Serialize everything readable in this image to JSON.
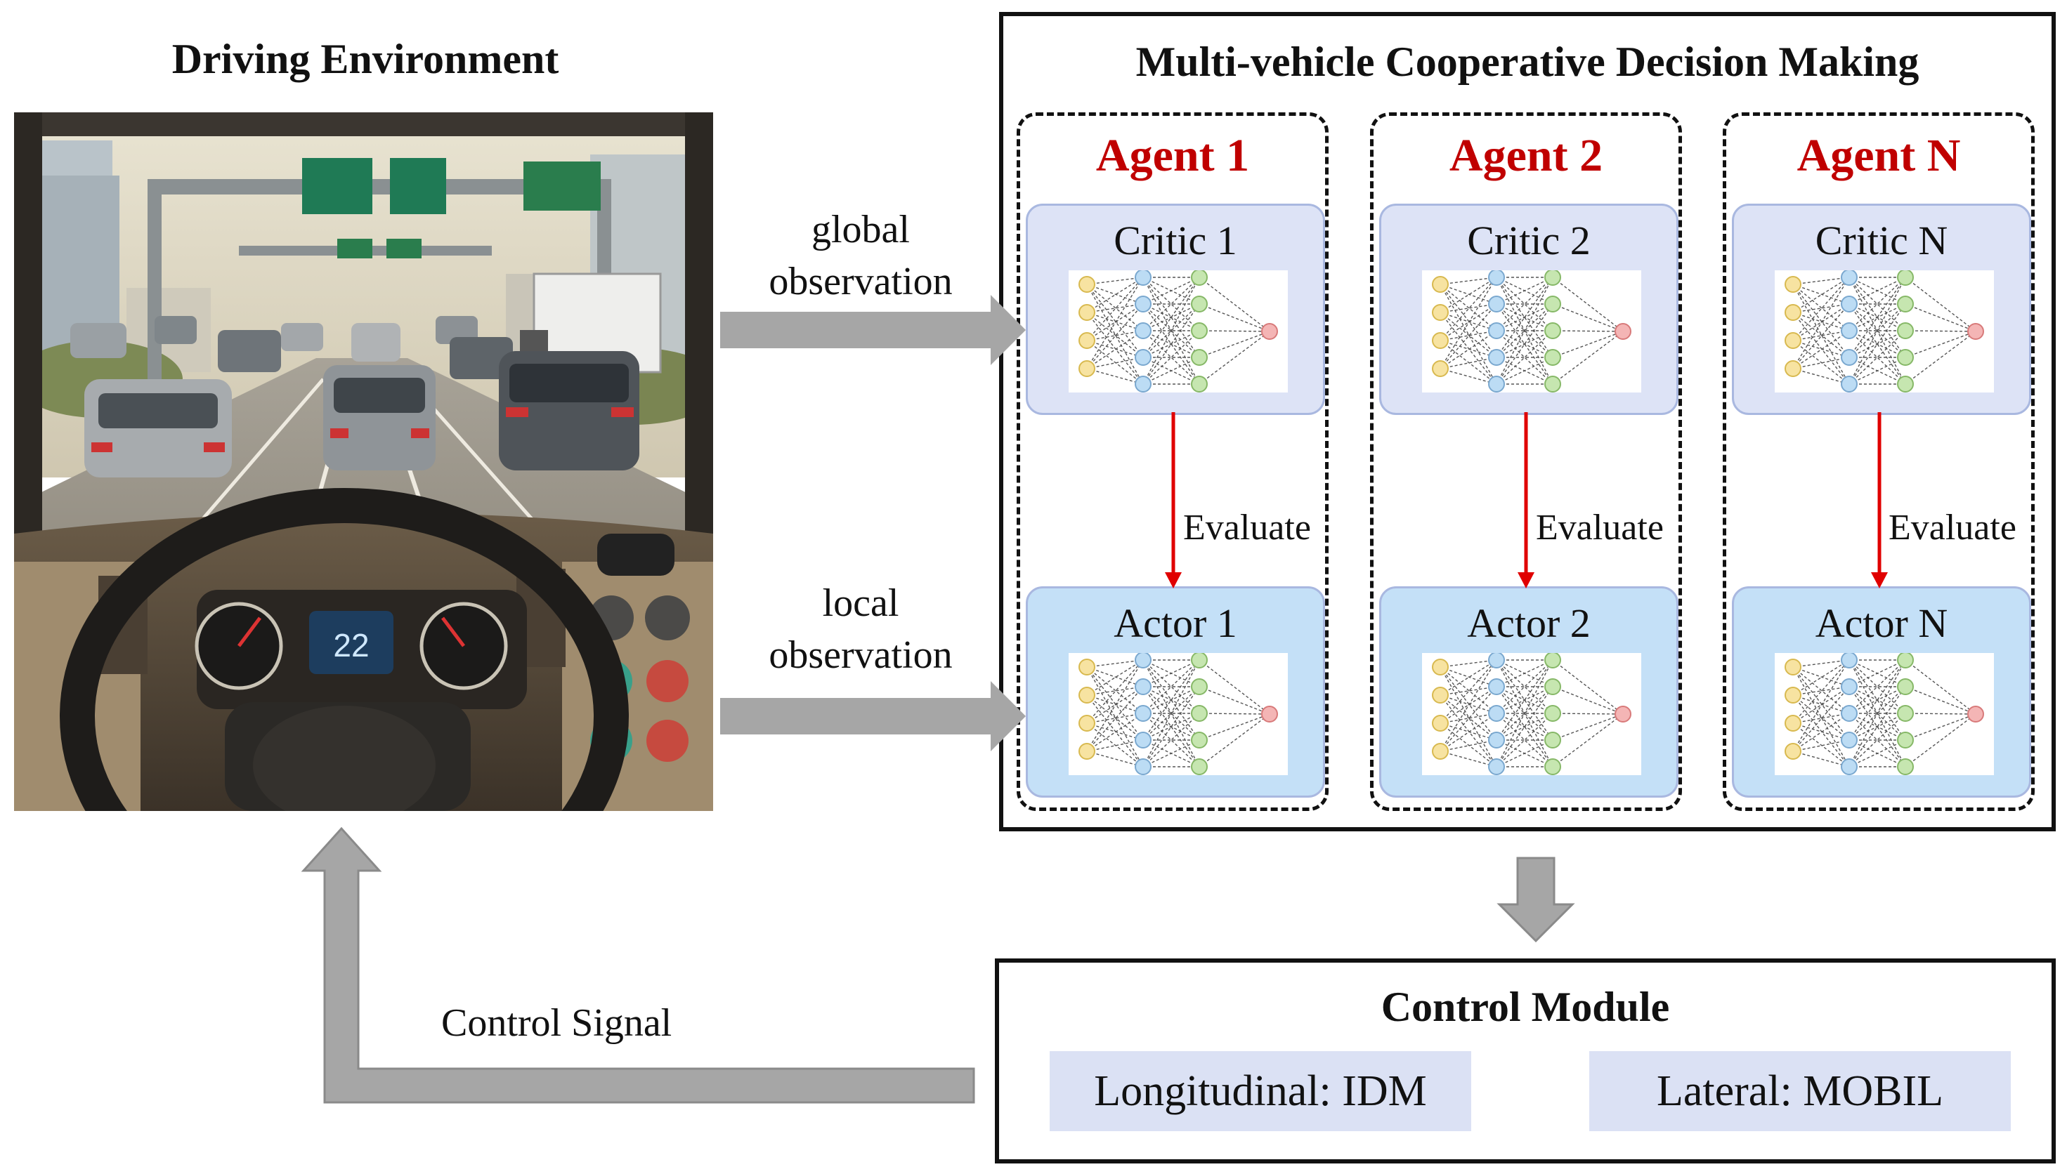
{
  "environment": {
    "title": "Driving Environment",
    "sign_text": "22"
  },
  "observations": {
    "global_line1": "global",
    "global_line2": "observation",
    "local_line1": "local",
    "local_line2": "observation"
  },
  "decision": {
    "title": "Multi-vehicle Cooperative Decision Making",
    "agents": [
      {
        "title": "Agent 1",
        "critic": "Critic 1",
        "actor": "Actor 1",
        "evaluate": "Evaluate"
      },
      {
        "title": "Agent 2",
        "critic": "Critic 2",
        "actor": "Actor 2",
        "evaluate": "Evaluate"
      },
      {
        "title": "Agent N",
        "critic": "Critic N",
        "actor": "Actor N",
        "evaluate": "Evaluate"
      }
    ]
  },
  "control": {
    "title": "Control Module",
    "longitudinal": "Longitudinal: IDM",
    "lateral": "Lateral: MOBIL"
  },
  "feedback": {
    "label": "Control Signal"
  },
  "colors": {
    "agent_title": "#c00000",
    "evaluate_arrow": "#e00000",
    "flow_arrow": "#a6a6a6",
    "critic_fill": "#dde3f6",
    "actor_fill": "#c4e0f7",
    "control_item_fill": "#dbe1f4",
    "nn_input": "#f7e3a1",
    "nn_hidden1": "#bcdcf4",
    "nn_hidden2": "#c6e6b0",
    "nn_output": "#f4b5b5"
  }
}
